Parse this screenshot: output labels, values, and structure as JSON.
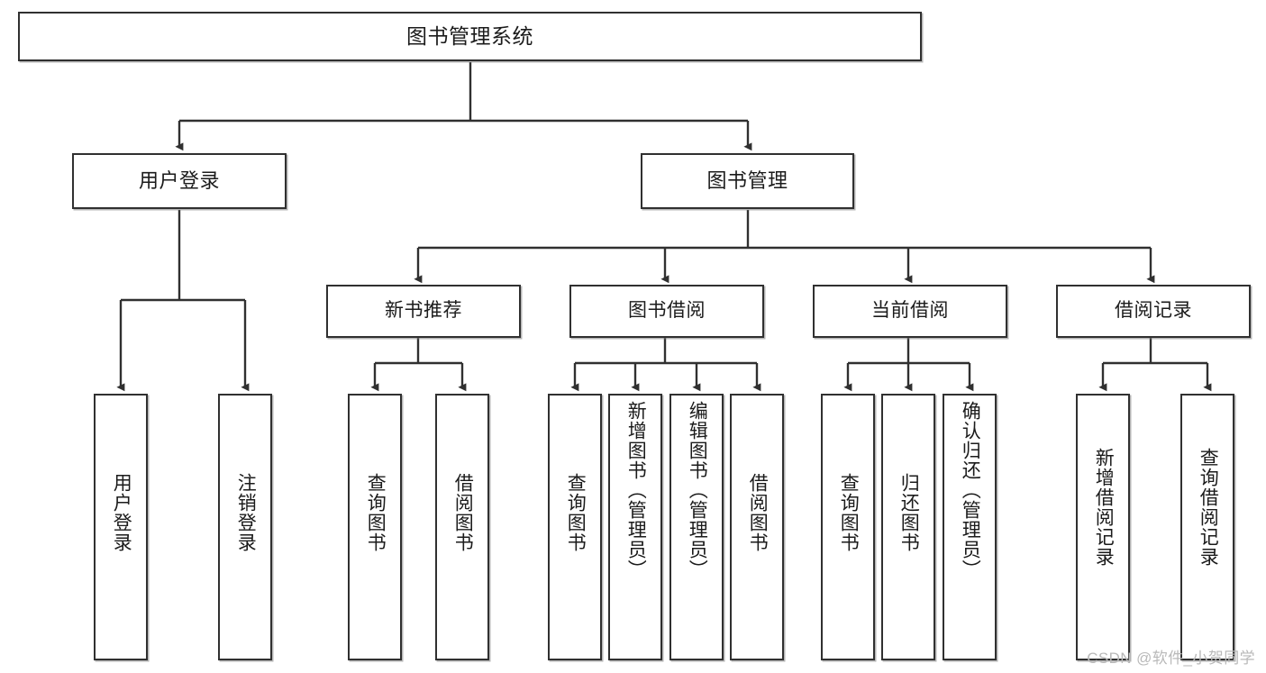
{
  "diagram": {
    "title": "图书管理系统",
    "type": "tree",
    "colors": {
      "box_border": "#303030",
      "box_fill": "#ffffff",
      "edge": "#303030",
      "text": "#1b1b1b",
      "watermark": "#b9b9b9"
    },
    "nodes": {
      "root": {
        "label": "图书管理系统"
      },
      "level2": [
        {
          "id": "user-login",
          "label": "用户登录"
        },
        {
          "id": "book-manage",
          "label": "图书管理"
        }
      ],
      "level3": [
        {
          "id": "new-book-recommend",
          "label": "新书推荐"
        },
        {
          "id": "book-borrow",
          "label": "图书借阅"
        },
        {
          "id": "current-borrow",
          "label": "当前借阅"
        },
        {
          "id": "borrow-record",
          "label": "借阅记录"
        }
      ],
      "leaves": {
        "user_login": [
          {
            "id": "leaf-user-login",
            "label": "用户登录"
          },
          {
            "id": "leaf-logout-login",
            "label": "注销登录"
          }
        ],
        "new_book_recommend": [
          {
            "id": "leaf-query-book-1",
            "label": "查询图书"
          },
          {
            "id": "leaf-borrow-book-1",
            "label": "借阅图书"
          }
        ],
        "book_borrow": [
          {
            "id": "leaf-query-book-2",
            "label": "查询图书"
          },
          {
            "id": "leaf-add-book-admin",
            "label": "新增图书（管理员）"
          },
          {
            "id": "leaf-edit-book-admin",
            "label": "编辑图书（管理员）"
          },
          {
            "id": "leaf-borrow-book-2",
            "label": "借阅图书"
          }
        ],
        "current_borrow": [
          {
            "id": "leaf-query-book-3",
            "label": "查询图书"
          },
          {
            "id": "leaf-return-book",
            "label": "归还图书"
          },
          {
            "id": "leaf-confirm-return-admin",
            "label": "确认归还（管理员）"
          }
        ],
        "borrow_record": [
          {
            "id": "leaf-add-borrow-record",
            "label": "新增借阅记录"
          },
          {
            "id": "leaf-query-borrow-record",
            "label": "查询借阅记录"
          }
        ]
      }
    },
    "watermark": "CSDN @软件_小贺同学"
  }
}
